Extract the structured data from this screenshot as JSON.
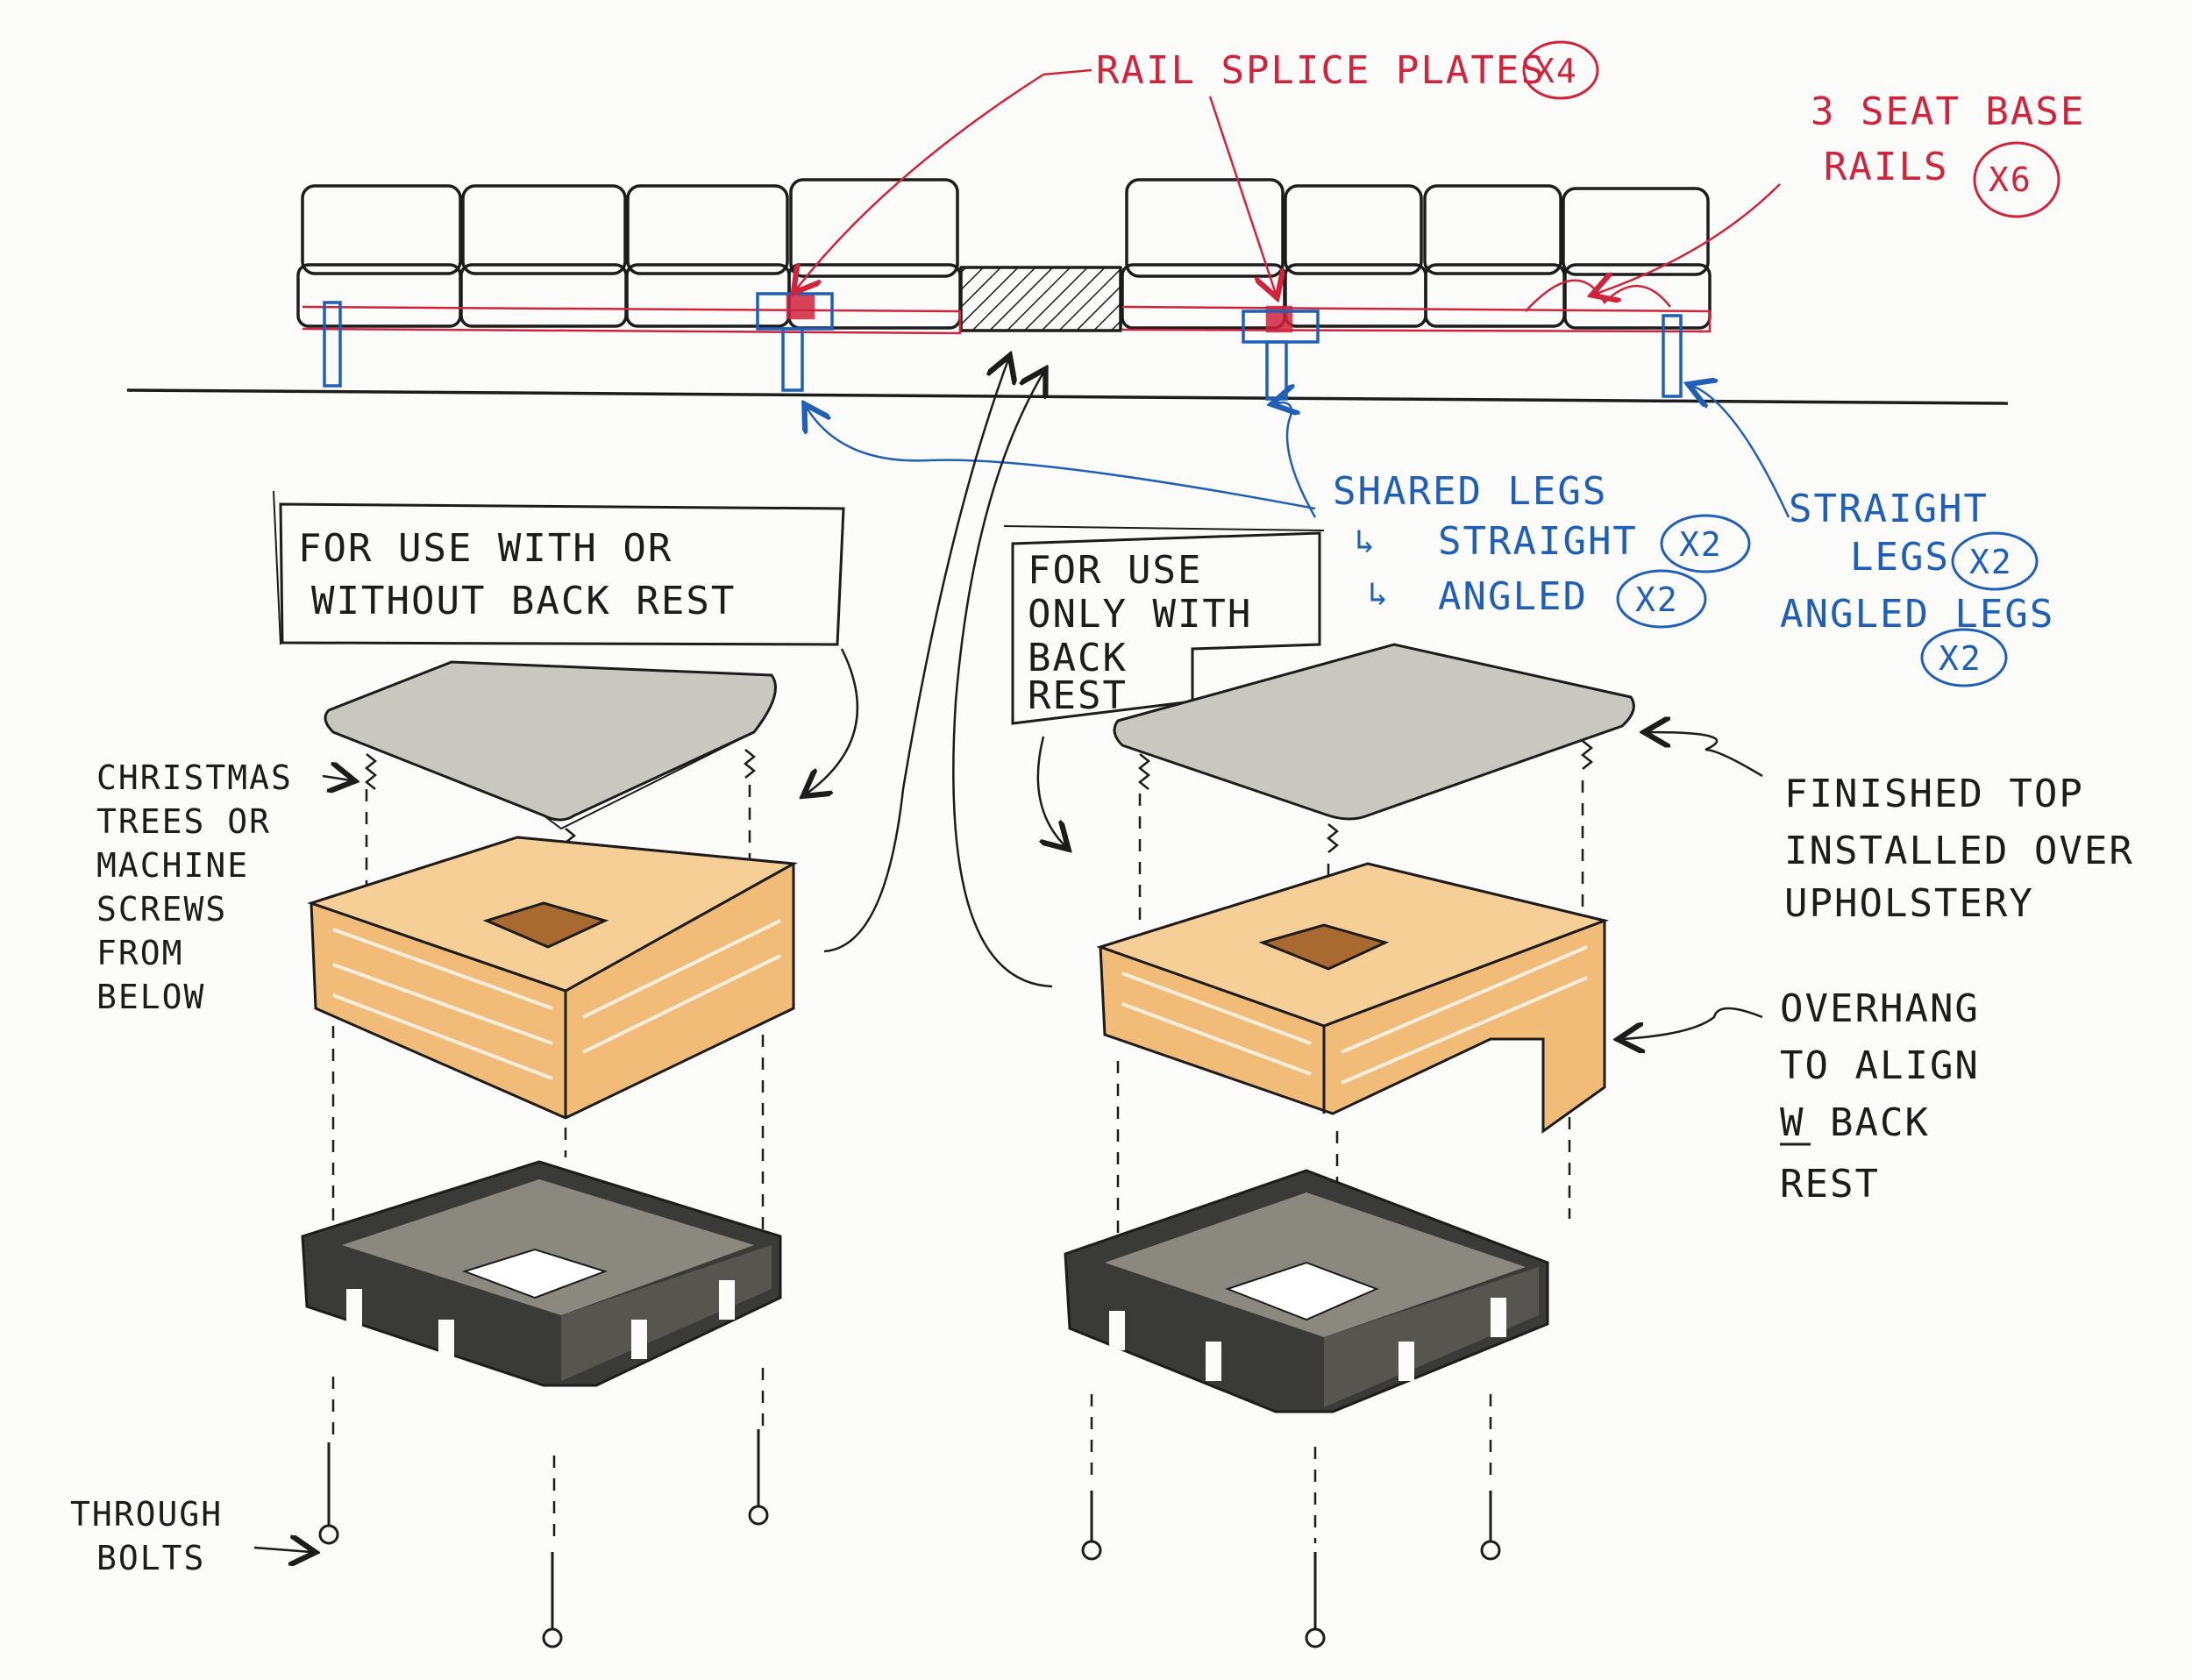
{
  "colors": {
    "ink": "#1c1c1c",
    "red_ink": "#d0243d",
    "blue_ink": "#1f5fb8",
    "wood": "#f0bc78",
    "wood_dark": "#d99a55",
    "top_gray": "#c9c8c0",
    "frame_dark": "#3a3a38",
    "frame_light": "#8b8880"
  },
  "red_notes": {
    "splice_plates": "RAIL SPLICE PLATES",
    "splice_count": "X4",
    "base_rails_l1": "3 SEAT BASE",
    "base_rails_l2": "RAILS",
    "base_rails_count": "X6"
  },
  "blue_notes": {
    "shared_legs": "SHARED LEGS",
    "shared_straight": "STRAIGHT",
    "shared_straight_count": "X2",
    "shared_angled": "ANGLED",
    "shared_angled_count": "X2",
    "straight_legs_l1": "STRAIGHT",
    "straight_legs_l2": "LEGS",
    "straight_legs_count": "X2",
    "angled_legs": "ANGLED LEGS",
    "angled_legs_count": "X2"
  },
  "boxes": {
    "left": {
      "line1": "FOR USE WITH OR",
      "line2": "WITHOUT BACK REST"
    },
    "right": {
      "line1": "FOR USE",
      "line2": "ONLY WITH",
      "line3": "BACK",
      "line4": "REST"
    }
  },
  "notes": {
    "christmas": [
      "CHRISTMAS",
      "TREES OR",
      "MACHINE",
      "SCREWS",
      "FROM",
      "BELOW"
    ],
    "through_bolts": [
      "THROUGH",
      "BOLTS"
    ],
    "finished_top": [
      "FINISHED TOP",
      "INSTALLED OVER",
      "UPHOLSTERY"
    ],
    "overhang": [
      "OVERHANG",
      "TO ALIGN",
      "W BACK",
      "REST"
    ]
  },
  "icons": [
    "arrow-icon",
    "screw-icon",
    "bolt-icon",
    "leg-icon"
  ]
}
